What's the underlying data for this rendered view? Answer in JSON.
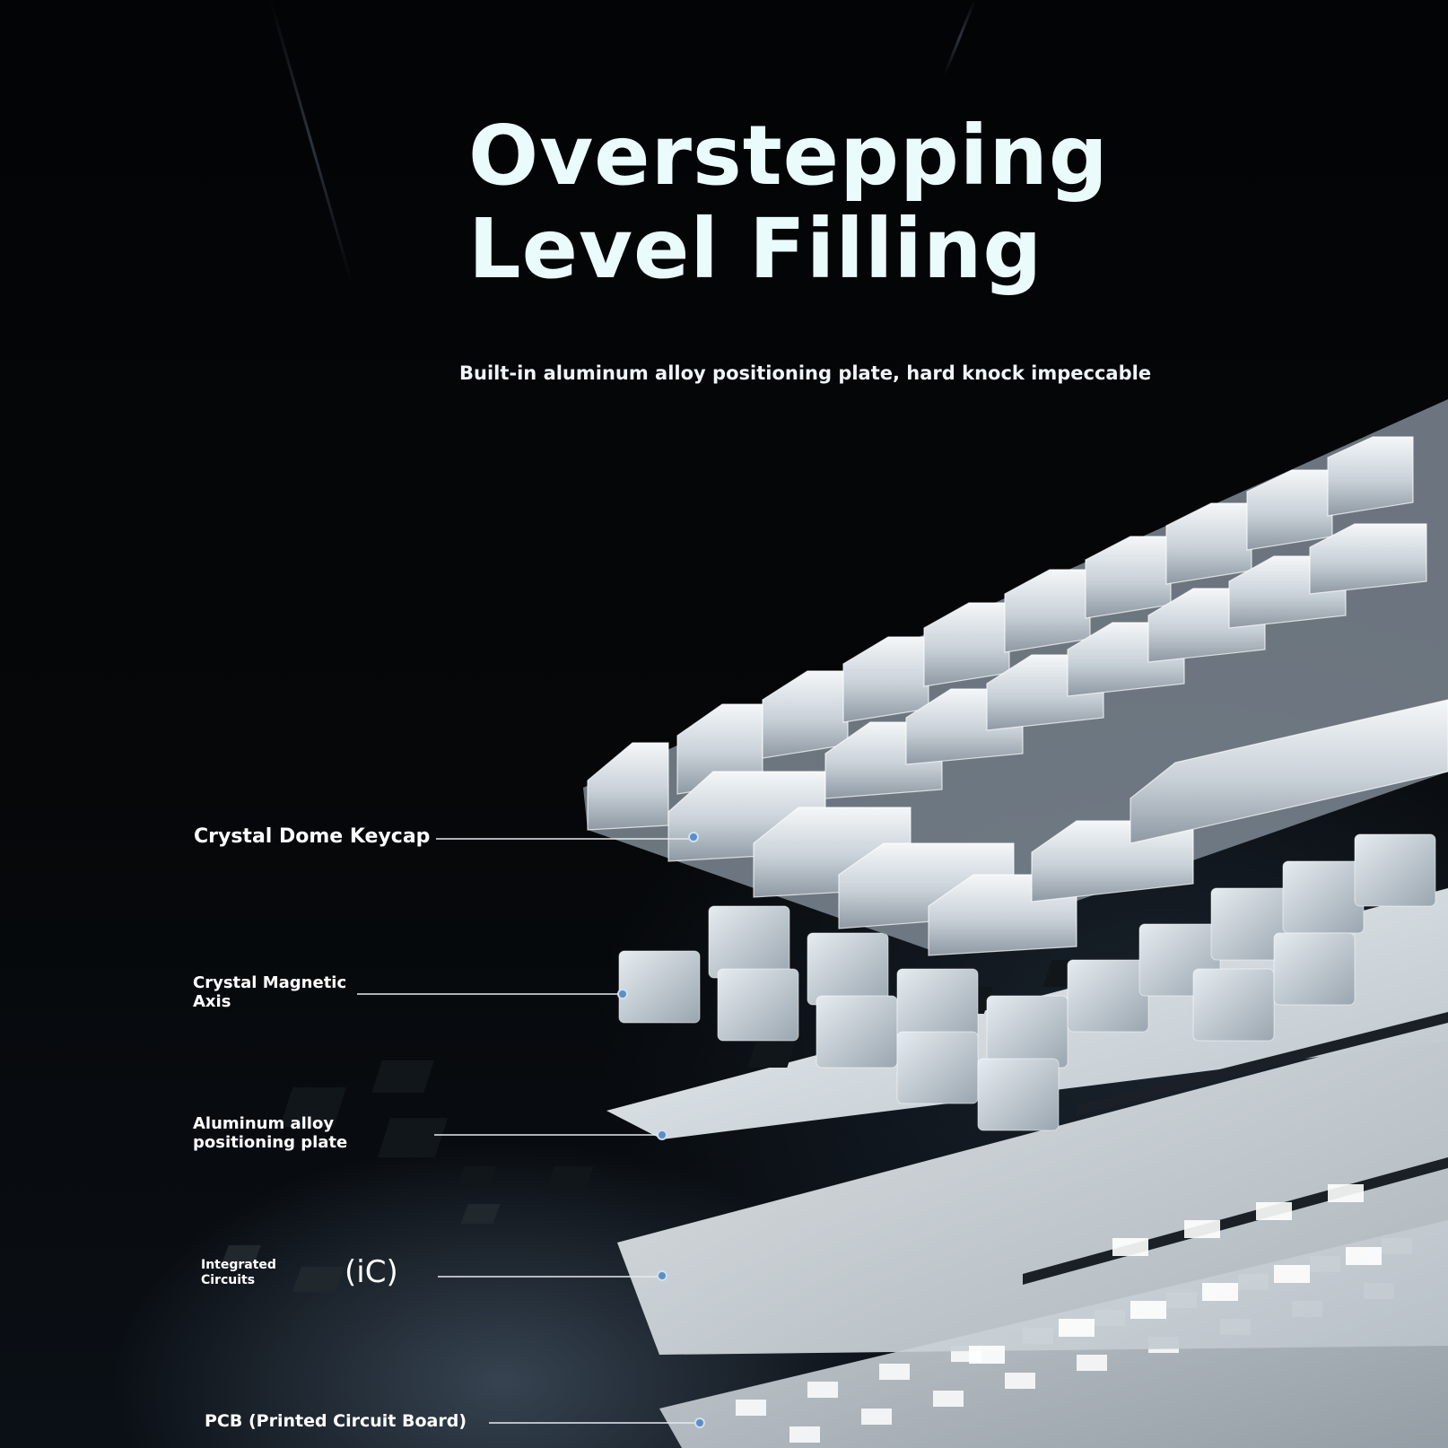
{
  "header": {
    "title_line1": "Overstepping",
    "title_line2": "Level Filling",
    "subtitle": "Built-in aluminum alloy positioning plate, hard knock impeccable"
  },
  "layers": {
    "keycap": {
      "label": "Crystal Dome Keycap"
    },
    "axis": {
      "label_line1": "Crystal Magnetic",
      "label_line2": "Axis"
    },
    "plate": {
      "label_line1": "Aluminum alloy",
      "label_line2": "positioning plate"
    },
    "ic": {
      "label_line1": "Integrated",
      "label_line2": "Circuits",
      "mark": "(iC)"
    },
    "pcb": {
      "label": "PCB (Printed Circuit Board)"
    }
  },
  "colors": {
    "background": "#000000",
    "title": "#e9fbfb",
    "text": "#ffffff",
    "callout_dot": "#5b8fc4"
  }
}
